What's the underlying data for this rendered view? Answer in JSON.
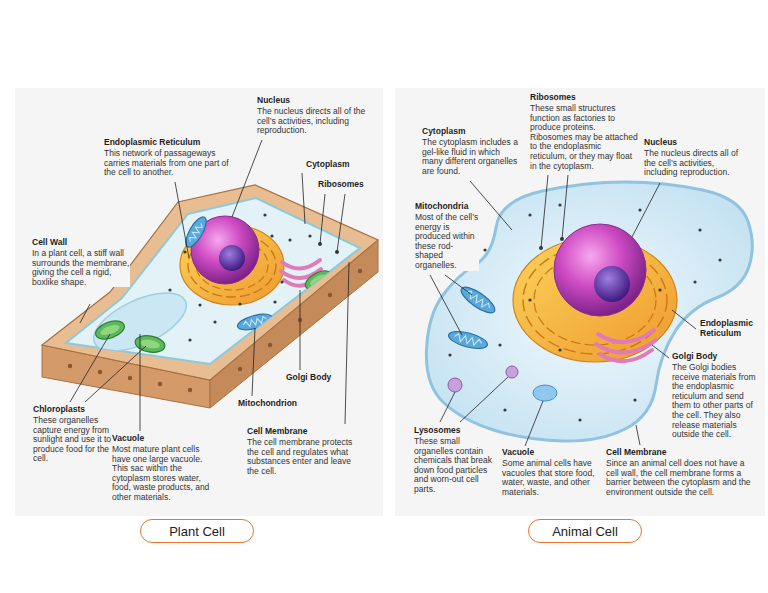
{
  "diagram": {
    "nodes": [
      {
        "text": [
          "Plant Cell"
        ]
      },
      {
        "text": [
          "Animal Cell"
        ]
      }
    ],
    "labels": [
      "Nucleus",
      "The nucleus directs all of the cell’s activities, including reproduction.",
      "Endoplasmic Reticulum",
      "This network of passageways carries materials from one part of the cell to another.",
      "Cytoplasm",
      "Ribosomes",
      "Cell Wall",
      "In a plant cell, a stiff wall surrounds the membrane, giving the cell a rigid, boxlike shape.",
      "Chloroplasts",
      "These organelles capture energy from sunlight and use it to produce food for the cell.",
      "Vacuole",
      "Most mature plant cells have one large vacuole. This sac within the cytoplasm stores water, food, waste products, and other materials.",
      "Golgi Body",
      "Mitochondrion",
      "Cell Membrane",
      "The cell membrane protects the cell and regulates what substances enter and leave the cell.",
      "Ribosomes",
      "These small structures function as factories to produce proteins. Ribosomes may be attached to the endoplasmic reticulum, or they may float in the cytoplasm.",
      "Cytoplasm",
      "The cytoplasm includes a gel-like fluid in which many different organelles are found.",
      "Nucleus",
      "The nucleus directs all of the cell’s activities, including reproduction.",
      "Mitochondria",
      "Most of the cell’s energy is produced within these rod-shaped organelles.",
      "Endoplasmic Reticulum",
      "Golgi Body",
      "The Golgi bodies receive materials from the endoplasmic reticulum and send them to other parts of the cell. They also release materials outside the cell.",
      "Lysosomes",
      "These small organelles contain chemicals that break down food particles and worn-out cell parts.",
      "Vacuole",
      "Some animal cells have vacuoles that store food, water, waste, and other materials.",
      "Cell Membrane",
      "Since an animal cell does not have a cell wall, the cell membrane forms a barrier between the cytoplasm and the environment outside the cell."
    ]
  }
}
